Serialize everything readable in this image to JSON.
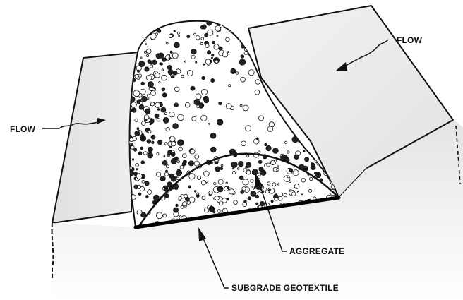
{
  "labels": {
    "flow_right": "FLOW",
    "flow_left": "FLOW",
    "aggregate": "AGGREGATE",
    "subgrade_geotextile": "SUBGRADE GEOTEXTILE"
  }
}
